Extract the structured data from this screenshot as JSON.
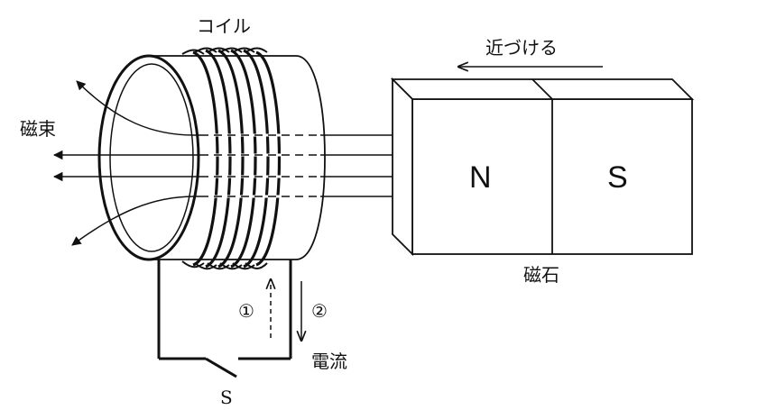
{
  "labels": {
    "coil": "コイル",
    "approach": "近づける",
    "flux": "磁束",
    "magnet": "磁石",
    "north": "N",
    "south": "S",
    "current": "電流",
    "switch": "S",
    "dir1": "①",
    "dir2": "②"
  },
  "colors": {
    "ink": "#111111",
    "background": "#ffffff"
  }
}
